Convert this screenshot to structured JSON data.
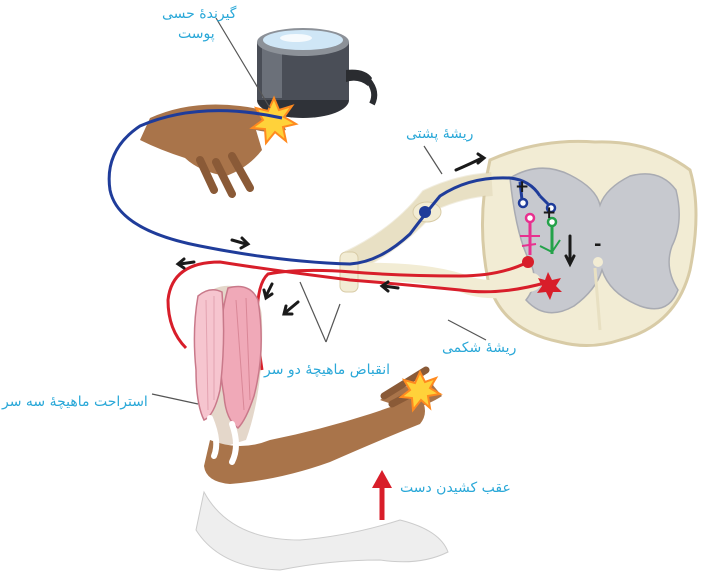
{
  "labels": {
    "sensory_receptor_line1": "گیرندهٔ حسی",
    "sensory_receptor_line2": "پوست",
    "dorsal_root": "ریشهٔ پشتی",
    "ventral_root": "ریشهٔ شکمی",
    "biceps_contraction": "انقباض ماهیچهٔ دو سر",
    "triceps_relaxation": "استراحت ماهیچهٔ سه سر",
    "hand_withdrawal": "عقب کشیدن دست"
  },
  "cord_signs": {
    "plus_1": "+",
    "plus_2": "+",
    "minus": "-"
  },
  "colors": {
    "label_text": "#2aa8d8",
    "sensory_neuron": "#1f3c9a",
    "motor_neuron": "#d81e2a",
    "interneuron_excitatory": "#e8308f",
    "interneuron_inhibitory": "#24a24a",
    "spinal_gray_matter": "#c7c9cf",
    "spinal_white_matter": "#f2ecd4",
    "skin": "#a9744a",
    "muscle": "#f0a9b8",
    "pot": "#4a4e57"
  }
}
